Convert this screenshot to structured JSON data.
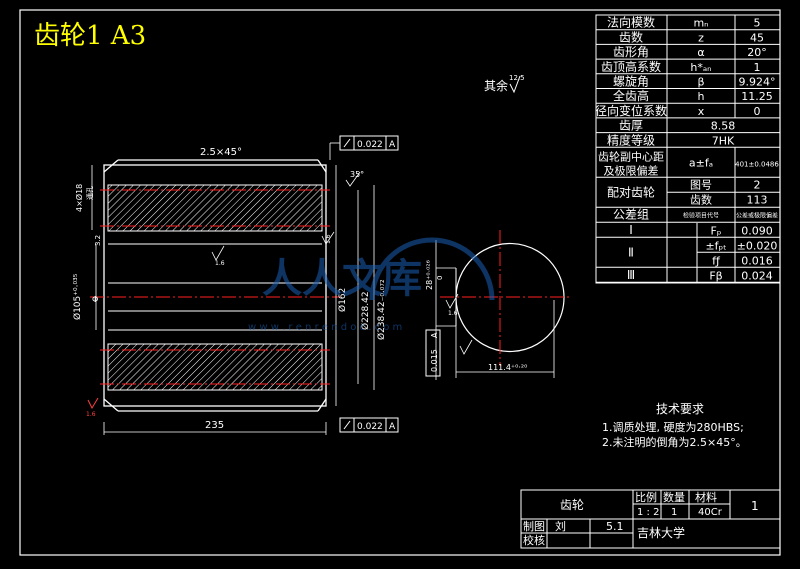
{
  "title": "齿轮1 A3",
  "surface_note": "其余",
  "surface_note_value": "12.5",
  "params": [
    {
      "label": "法向模数",
      "symbol": "mₙ",
      "value": "5"
    },
    {
      "label": "齿数",
      "symbol": "z",
      "value": "45"
    },
    {
      "label": "齿形角",
      "symbol": "α",
      "value": "20°"
    },
    {
      "label": "齿顶高系数",
      "symbol": "h*ₐₙ",
      "value": "1"
    },
    {
      "label": "螺旋角",
      "symbol": "β",
      "value": "9.924°"
    },
    {
      "label": "全齿高",
      "symbol": "h",
      "value": "11.25"
    },
    {
      "label": "径向变位系数",
      "symbol": "x",
      "value": "0"
    }
  ],
  "thickness": {
    "label": "齿厚",
    "value": "8.58"
  },
  "accuracy": {
    "label": "精度等级",
    "value": "7HK"
  },
  "center_dev": {
    "label1": "齿轮副中心距",
    "label2": "及极限偏差",
    "symbol": "a±fₐ",
    "value": "401±0.0486"
  },
  "mating": {
    "label": "配对齿轮",
    "drawing_label": "图号",
    "drawing_value": "2",
    "teeth_label": "齿数",
    "teeth_value": "113"
  },
  "tolerance_header": {
    "label": "公差组",
    "col2": "检验项目代号",
    "col3": "公差或极限偏差"
  },
  "tol_groups": [
    {
      "group": "Ⅰ",
      "items": [
        {
          "symbol": "Fₚ",
          "value": "0.090"
        }
      ]
    },
    {
      "group": "Ⅱ",
      "items": [
        {
          "symbol": "±fₚₜ",
          "value": "±0.020"
        },
        {
          "symbol": "fƒ",
          "value": "0.016"
        }
      ]
    },
    {
      "group": "Ⅲ",
      "items": [
        {
          "symbol": "Fβ",
          "value": "0.024"
        }
      ]
    }
  ],
  "tech_req": {
    "title": "技术要求",
    "items": [
      "1.调质处理, 硬度为280HBS;",
      "2.未注明的倒角为2.5×45°。"
    ]
  },
  "titleblock": {
    "part_name": "齿轮",
    "scale_label": "比例",
    "qty_label": "数量",
    "material_label": "材料",
    "sheet_no": "1",
    "scale_value": "1 : 2",
    "qty_value": "1",
    "material_value": "40Cr",
    "drawn_label": "制图",
    "drawn_name": "刘",
    "date": "5.1",
    "check_label": "校核",
    "school": "吉林大学"
  },
  "dims": {
    "chamfer": "2.5×45°",
    "width": "235",
    "tol_top": "0.022",
    "tol_bottom": "0.022",
    "datum": "A",
    "d_bore": "Ø105⁺⁰·⁰³⁵",
    "d_hub": "Ø162",
    "d_tip": "Ø238.42₋₀.₀₇₂",
    "d_ref": "Ø228.42",
    "top_dim": "4×Ø18",
    "top_note": "通孔",
    "rough_3": "3.2",
    "rough_16a": "1.6",
    "rough_16b": "1.6",
    "rough_16c": "1.6",
    "rough_16d": "1.6",
    "angle": "35°",
    "key_depth": "28⁺⁰·⁰²⁶",
    "key_depth2": "0",
    "key_w": "111.4⁺⁰·²⁰",
    "key_small": "0.015",
    "key_datum": "A",
    "mark_phi": "Φ"
  },
  "watermark": {
    "text": "人人文库",
    "url": "w w w . r e n r e n d o c . c o m"
  }
}
